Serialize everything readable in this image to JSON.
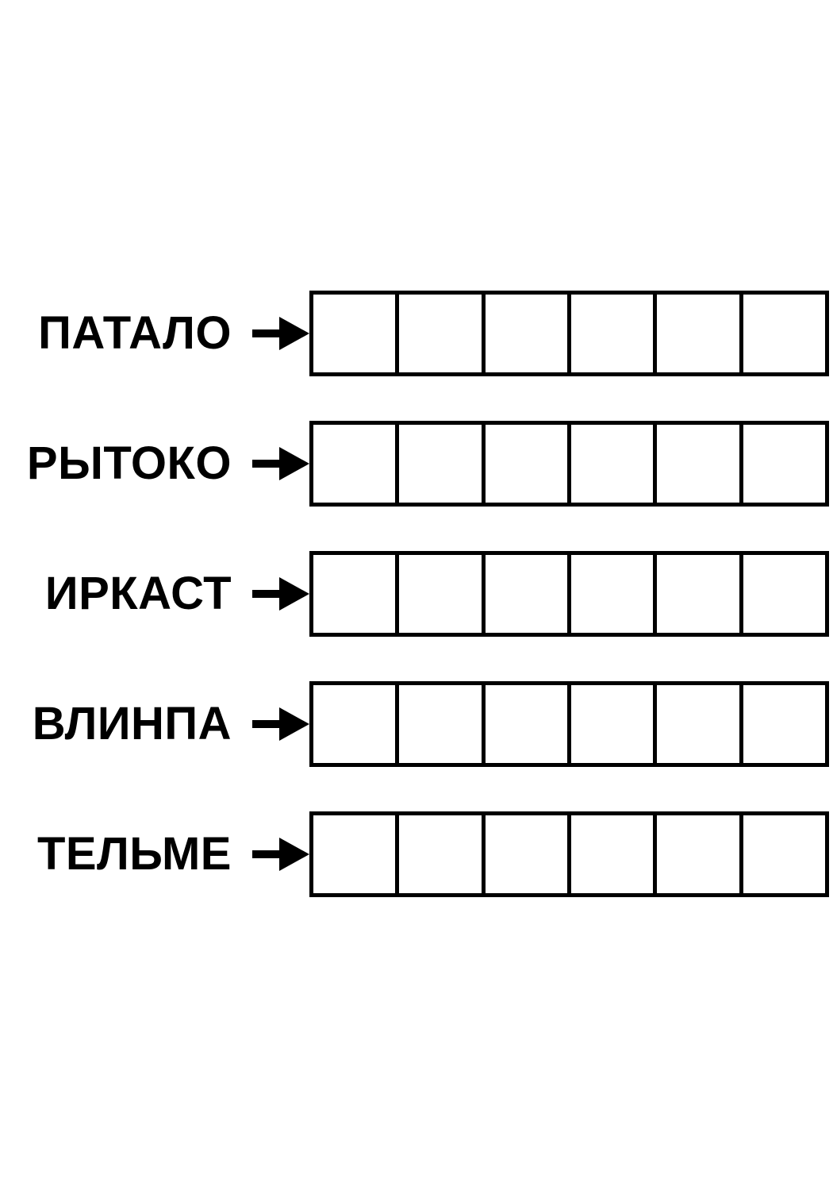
{
  "page": {
    "background_color": "#ffffff",
    "ink_color": "#000000",
    "title": "Word scramble worksheet"
  },
  "worksheet": {
    "cells_per_row": 6,
    "arrow_icon": "arrow-right-icon",
    "rows": [
      {
        "word": "ПАТАЛО",
        "letters": 6,
        "answer_cells": [
          "",
          "",
          "",
          "",
          "",
          ""
        ]
      },
      {
        "word": "РЫТОКО",
        "letters": 6,
        "answer_cells": [
          "",
          "",
          "",
          "",
          "",
          ""
        ]
      },
      {
        "word": "ИРКАСТ",
        "letters": 6,
        "answer_cells": [
          "",
          "",
          "",
          "",
          "",
          ""
        ]
      },
      {
        "word": "ВЛИНПА",
        "letters": 6,
        "answer_cells": [
          "",
          "",
          "",
          "",
          "",
          ""
        ]
      },
      {
        "word": "ТЕЛЬМЕ",
        "letters": 6,
        "answer_cells": [
          "",
          "",
          "",
          "",
          "",
          ""
        ]
      }
    ]
  }
}
